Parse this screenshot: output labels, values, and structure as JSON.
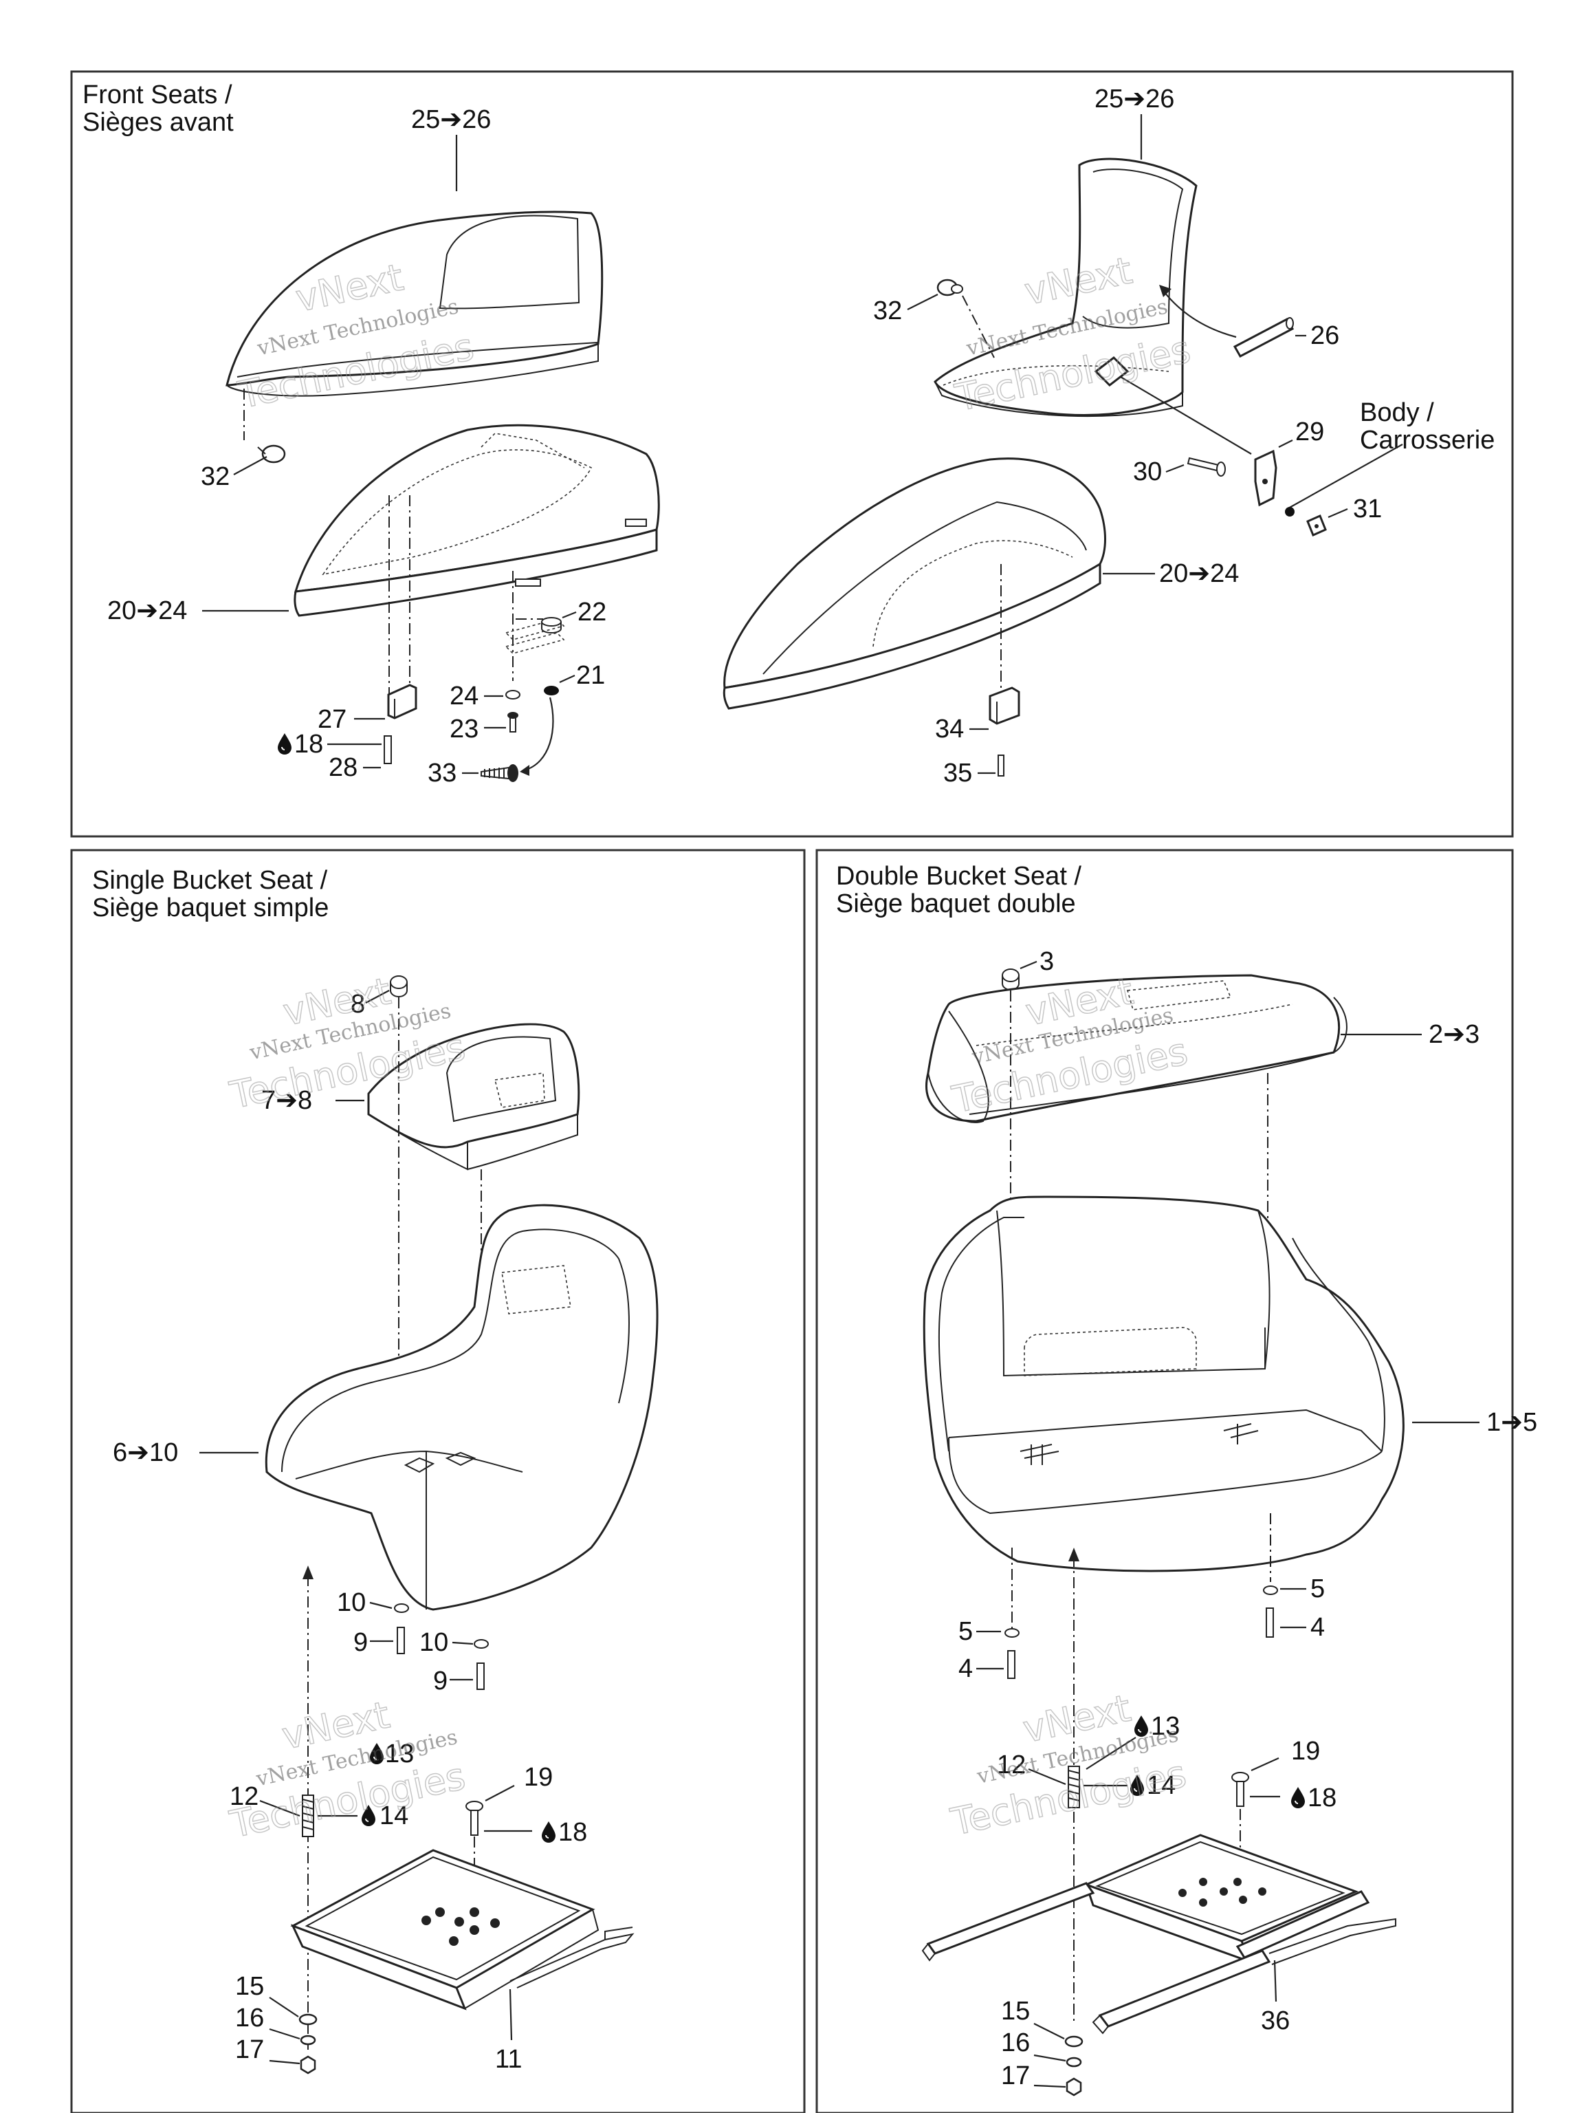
{
  "panels": {
    "front": {
      "title_line1": "Front Seats /",
      "title_line2": "Sièges avant"
    },
    "single": {
      "title_line1": "Single Bucket Seat /",
      "title_line2": "Siège baquet simple"
    },
    "double": {
      "title_line1": "Double Bucket Seat /",
      "title_line2": "Siège baquet double"
    }
  },
  "watermark": {
    "line1": "vNext",
    "line2": "vNext Technologies",
    "line3": "Technologies"
  },
  "callouts": {
    "front_left": {
      "c25_26": "25➔26",
      "c32": "32",
      "c20_24": "20➔24",
      "c22": "22",
      "c21": "21",
      "c24": "24",
      "c23": "23",
      "c27": "27",
      "c18": "18",
      "c28": "28",
      "c33": "33"
    },
    "front_right": {
      "c25_26": "25➔26",
      "c32": "32",
      "c26": "26",
      "body1": "Body /",
      "body2": "Carrosserie",
      "c29": "29",
      "c30": "30",
      "c31": "31",
      "c20_24": "20➔24",
      "c34": "34",
      "c35": "35"
    },
    "single": {
      "c8": "8",
      "c7_8": "7➔8",
      "c6_10": "6➔10",
      "c10a": "10",
      "c9a": "9",
      "c10b": "10",
      "c9b": "9",
      "c13": "13",
      "c12": "12",
      "c14": "14",
      "c19": "19",
      "c18": "18",
      "c15": "15",
      "c16": "16",
      "c17": "17",
      "c11": "11"
    },
    "double": {
      "c3": "3",
      "c2_3": "2➔3",
      "c1_5": "1➔5",
      "c5a": "5",
      "c4a": "4",
      "c5b": "5",
      "c4b": "4",
      "c13": "13",
      "c12": "12",
      "c14": "14",
      "c19": "19",
      "c18": "18",
      "c15": "15",
      "c16": "16",
      "c17": "17",
      "c36": "36"
    }
  },
  "icons": {
    "sealant": "droplet-icon"
  }
}
